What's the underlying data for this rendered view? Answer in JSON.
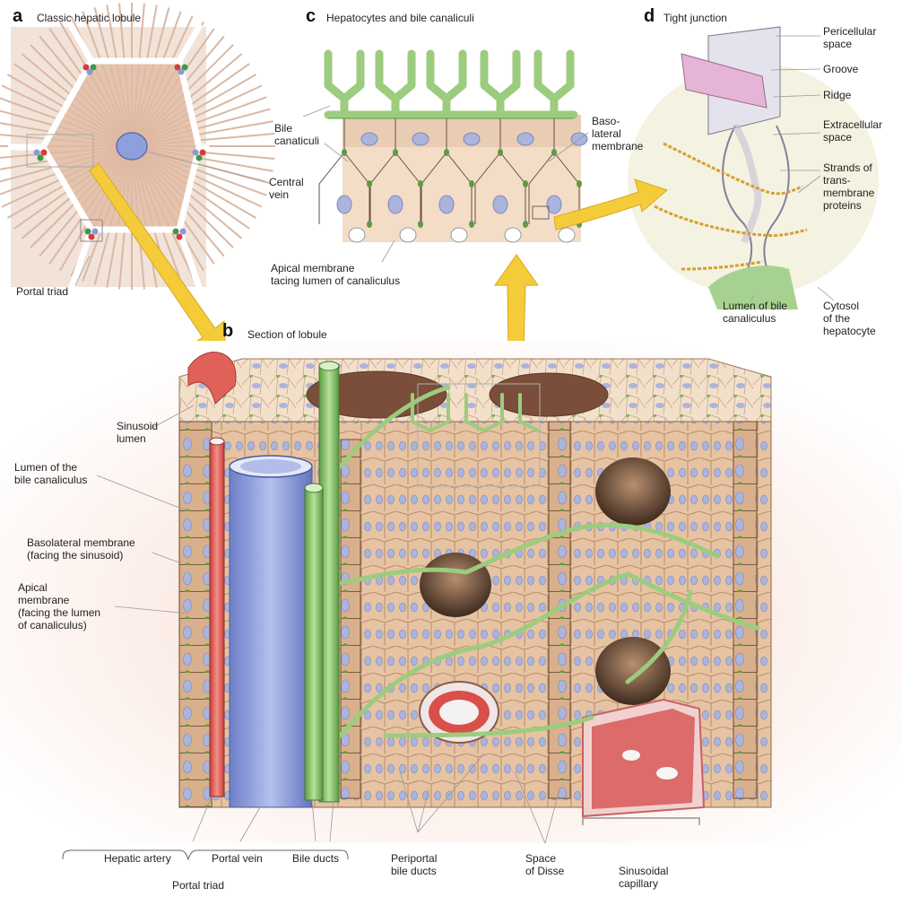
{
  "panels": {
    "a": {
      "letter": "a",
      "title": "Classic hepatic lobule"
    },
    "b": {
      "letter": "b",
      "title": "Section of lobule"
    },
    "c": {
      "letter": "c",
      "title": "Hepatocytes and bile canaliculi"
    },
    "d": {
      "letter": "d",
      "title": "Tight junction"
    }
  },
  "labels_a": {
    "central_vein": "Central\nvein",
    "portal_triad": "Portal triad"
  },
  "labels_c": {
    "bile_canaliculi": "Bile\n canaticuli",
    "basolateral_membrane": "Baso-\nlateral\nmembrane",
    "apical_membrane": "Apical membrane\ntacing lumen of canaliculus"
  },
  "labels_d": {
    "pericellular_space": "Pericellular\nspace",
    "groove": "Groove",
    "ridge": "Ridge",
    "extracellular_space": "Extracellular\nspace",
    "strands": "Strands of\ntrans-\nmembrane\nproteins",
    "lumen_bile": "Lumen of bile\ncanaliculus",
    "cytosol": "Cytosol\nof the\nhepatocyte"
  },
  "labels_b": {
    "sinusoid_lumen": "Sinusoid\nlumen",
    "lumen_bile_canaliculus": "Lumen of the\nbile canaliculus",
    "basolateral_membrane": "Basolateral membrane\n(facing the sinusoid)",
    "apical_membrane": "Apical\nmembrane\n(facing the lumen\nof canaliculus)",
    "hepatic_artery": "Hepatic artery",
    "portal_vein": "Portal vein",
    "bile_ducts": "Bile ducts",
    "periportal_bile_ducts": "Periportal\nbile ducts",
    "space_of_disse": "Space\nof Disse",
    "sinusoidal_capillary": "Sinusoidal\ncapillary",
    "portal_triad": "Portal triad"
  },
  "colors": {
    "hepatocyte": "#e9c8a8",
    "hepatocyte_dark": "#c79a74",
    "nucleus": "#aab4dd",
    "bile": "#9ccc7e",
    "bile_dark": "#5f9a45",
    "artery": "#e0605a",
    "portal_vein": "#8f9fdb",
    "arrow": "#f4cc3a",
    "background_glow": "#f6d3c9"
  }
}
